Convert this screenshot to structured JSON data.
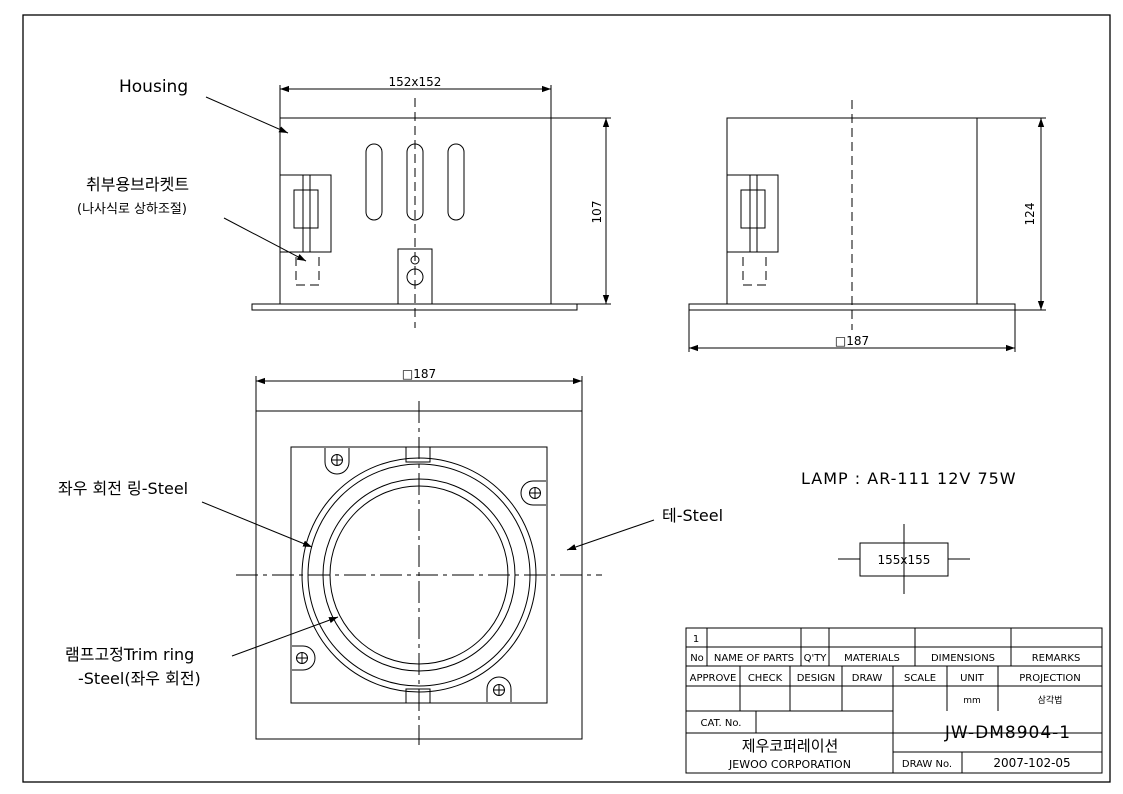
{
  "labels": {
    "housing": "Housing",
    "bracket_line1": "취부용브라켓트",
    "bracket_line2": "(나사식로 상하조절)",
    "rotation_ring": "좌우 회전 링-Steel",
    "frame": "테-Steel",
    "trim_ring_line1": "램프고정Trim ring",
    "trim_ring_line2": "-Steel(좌우 회전)",
    "lamp_spec": "LAMP : AR-111 12V 75W"
  },
  "dimensions": {
    "housing_width": "152x152",
    "housing_height": "107",
    "side_height": "124",
    "side_width": "□187",
    "plan_width": "□187",
    "cutout": "155x155"
  },
  "title_block": {
    "item_no": "1",
    "headers": [
      "No",
      "NAME OF PARTS",
      "Q'TY",
      "MATERIALS",
      "DIMENSIONS",
      "REMARKS"
    ],
    "approval": [
      "APPROVE",
      "CHECK",
      "DESIGN",
      "DRAW",
      "SCALE",
      "UNIT",
      "PROJECTION"
    ],
    "unit_value": "mm",
    "projection_value": "삼각법",
    "cat_no_label": "CAT. No.",
    "drawing_no": "JW-DM8904-1",
    "company_kr": "제우코퍼레이션",
    "company_en": "JEWOO CORPORATION",
    "draw_no_label": "DRAW No.",
    "draw_no_value": "2007-102-05"
  }
}
